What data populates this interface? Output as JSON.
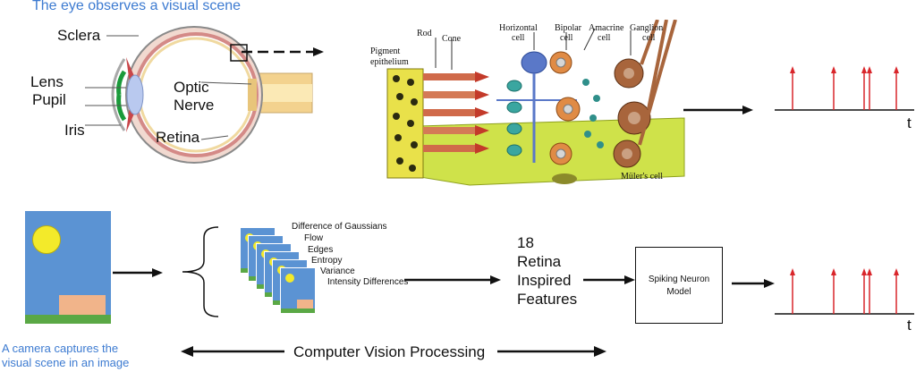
{
  "eye": {
    "title": "The eye observes a visual scene",
    "labels": {
      "sclera": "Sclera",
      "lens": "Lens",
      "pupil": "Pupil",
      "iris": "Iris",
      "optic_nerve_1": "Optic",
      "optic_nerve_2": "Nerve",
      "retina": "Retina"
    }
  },
  "retina_cells": {
    "rod": "Rod",
    "cone": "Cone",
    "pigment_1": "Pigment",
    "pigment_2": "epithelium",
    "horizontal_1": "Horizontal",
    "horizontal_2": "cell",
    "bipolar_1": "Bipolar",
    "bipolar_2": "cell",
    "amacrine_1": "Amacrine",
    "amacrine_2": "cell",
    "ganglion_1": "Ganglion",
    "ganglion_2": "cell",
    "muller": "Müler's cell"
  },
  "spike_train_top": {
    "time_label": "t"
  },
  "spike_train_bottom": {
    "time_label": "t"
  },
  "camera_caption_1": "A camera captures the",
  "camera_caption_2": "visual scene in an image",
  "features": [
    "Difference of Gaussians",
    "Flow",
    "Edges",
    "Entropy",
    "Variance",
    "Intensity Differences"
  ],
  "retina_features": [
    "18",
    "Retina",
    "Inspired",
    "Features"
  ],
  "spiking_model": [
    "Spiking Neuron",
    "Model"
  ],
  "cv_processing": "Computer Vision Processing",
  "colors": {
    "blue_text": "#3d7bd1",
    "spike": "#d9262b",
    "sky": "#5b93d3",
    "sun": "#f3ea2a",
    "grass": "#5aa845",
    "box": "#f1b48a"
  }
}
